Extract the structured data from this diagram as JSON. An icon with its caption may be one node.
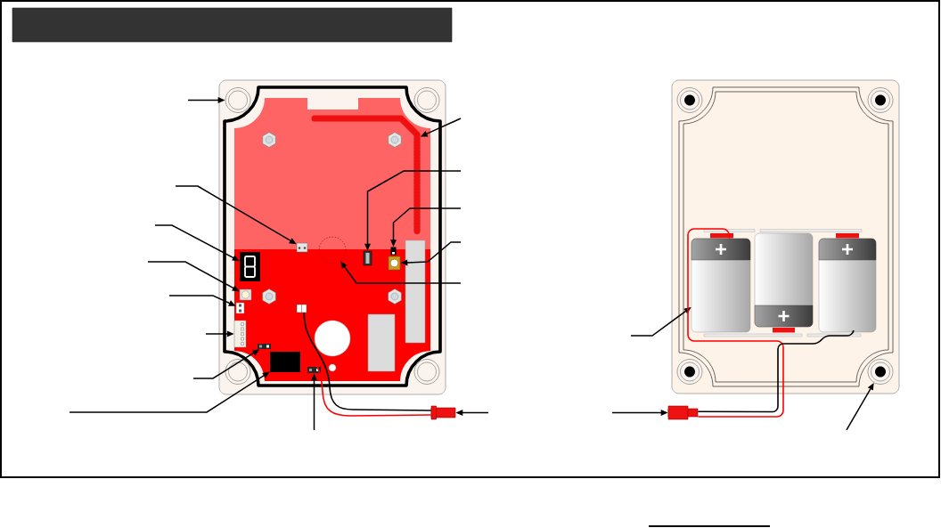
{
  "diagram": {
    "nodes": [
      {
        "text": [],
        "shape": "bar"
      },
      {
        "text": [],
        "shape": "circle"
      },
      {
        "text": [],
        "shape": "circle"
      },
      {
        "text": [],
        "shape": "circle"
      },
      {
        "text": [],
        "shape": "circle"
      },
      {
        "text": [],
        "shape": "bar"
      },
      {
        "text": [],
        "shape": "box"
      },
      {
        "text": [],
        "shape": "circle"
      },
      {
        "text": [],
        "shape": "box"
      },
      {
        "text": [],
        "shape": "box"
      },
      {
        "text": [],
        "shape": "box"
      },
      {
        "text": [],
        "shape": "box"
      },
      {
        "text": [],
        "shape": "cylinder"
      },
      {
        "text": [],
        "shape": "cylinder"
      },
      {
        "text": [],
        "shape": "cylinder"
      },
      {
        "text": [],
        "shape": "box"
      },
      {
        "text": [],
        "shape": "box"
      },
      {
        "text": [],
        "shape": "box"
      },
      {
        "text": [],
        "shape": "box"
      },
      {
        "text": [],
        "shape": "box"
      },
      {
        "text": [],
        "shape": "box"
      },
      {
        "text": [],
        "shape": "box"
      },
      {
        "text": [],
        "shape": "circle"
      },
      {
        "text": [],
        "shape": "circle"
      },
      {
        "text": [],
        "shape": "circle"
      },
      {
        "text": [],
        "shape": "circle"
      },
      {
        "text": [],
        "shape": "box"
      },
      {
        "text": [],
        "shape": "box"
      }
    ],
    "edges": [
      {
        "from": null,
        "to": 1,
        "arrow": "to"
      },
      {
        "from": null,
        "to": 5,
        "arrow": "to"
      },
      {
        "from": null,
        "to": 6,
        "arrow": "to"
      },
      {
        "from": null,
        "to": 7,
        "arrow": "to"
      },
      {
        "from": null,
        "to": 8,
        "arrow": "to"
      },
      {
        "from": null,
        "to": 9,
        "arrow": "to"
      },
      {
        "from": null,
        "to": 10,
        "arrow": "to"
      },
      {
        "from": null,
        "to": 11,
        "arrow": "to"
      },
      {
        "from": null,
        "to": 12,
        "arrow": "to"
      },
      {
        "from": null,
        "to": 15,
        "arrow": "to"
      },
      {
        "from": null,
        "to": 16,
        "arrow": "to"
      },
      {
        "from": null,
        "to": 18,
        "arrow": "to"
      },
      {
        "from": null,
        "to": 19,
        "arrow": "to"
      },
      {
        "from": null,
        "to": 20,
        "arrow": "to"
      },
      {
        "from": null,
        "to": 21,
        "arrow": "to"
      },
      {
        "from": null,
        "to": 25,
        "arrow": "to"
      },
      {
        "from": null,
        "to": 26,
        "arrow": "to"
      },
      {
        "from": null,
        "to": 27,
        "arrow": "to"
      },
      {
        "from": 17,
        "to": 26,
        "arrow": "none",
        "color": "#ff0000"
      },
      {
        "from": 17,
        "to": 26,
        "arrow": "none"
      },
      {
        "from": 12,
        "to": 27,
        "arrow": "none",
        "color": "#ff0000"
      },
      {
        "from": 14,
        "to": 27,
        "arrow": "none"
      }
    ]
  }
}
